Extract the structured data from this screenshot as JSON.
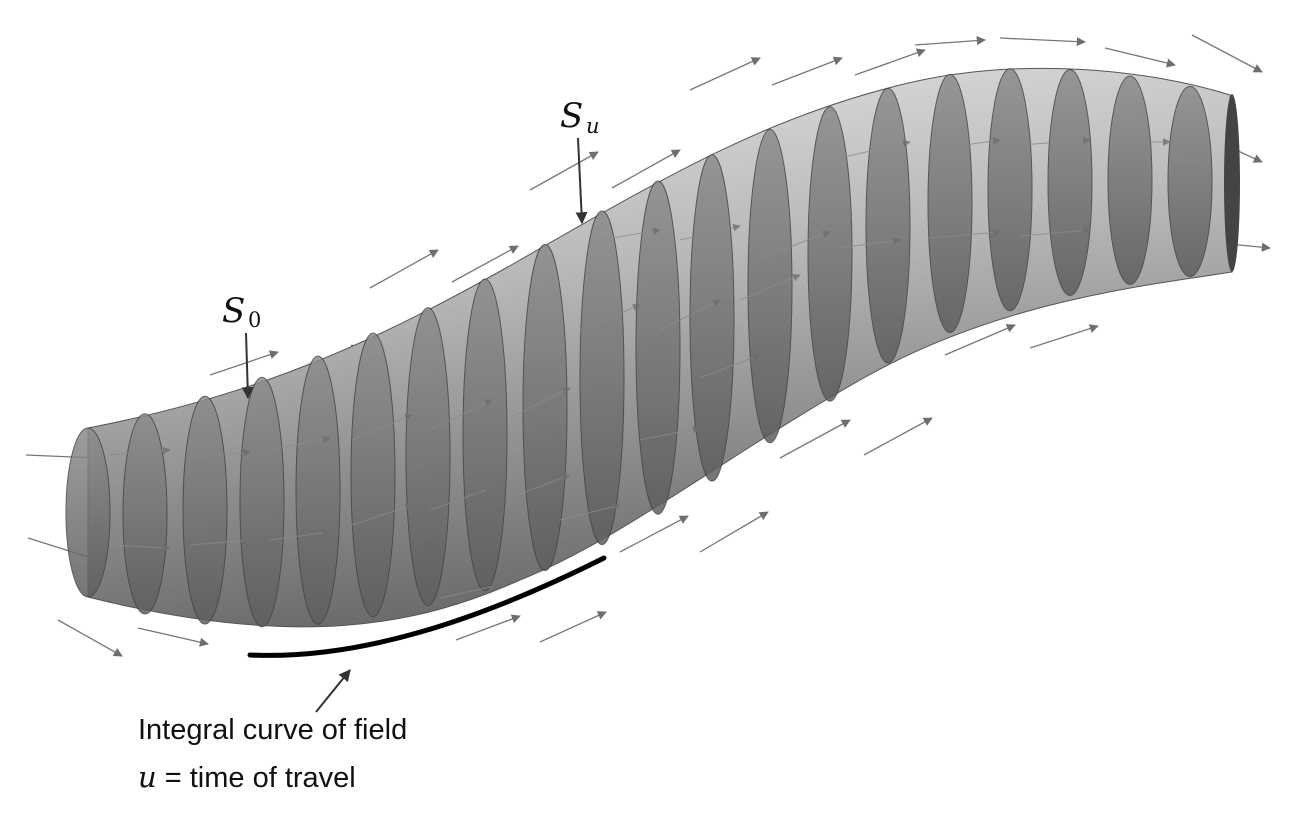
{
  "labels": {
    "s0": {
      "symbol": "S",
      "subscript": "0"
    },
    "su": {
      "symbol": "S",
      "subscript": "u"
    }
  },
  "caption": {
    "line1": "Integral curve of field",
    "line2_var": "u",
    "line2_eq": " = ",
    "line2_text": "time of travel"
  },
  "colors": {
    "tube_light": "#d9d9d9",
    "tube_mid": "#a8a8a8",
    "tube_dark": "#5c5c5c",
    "slice": "#7a7a7a",
    "arrow": "#6e6e6e",
    "curve": "#000000"
  }
}
